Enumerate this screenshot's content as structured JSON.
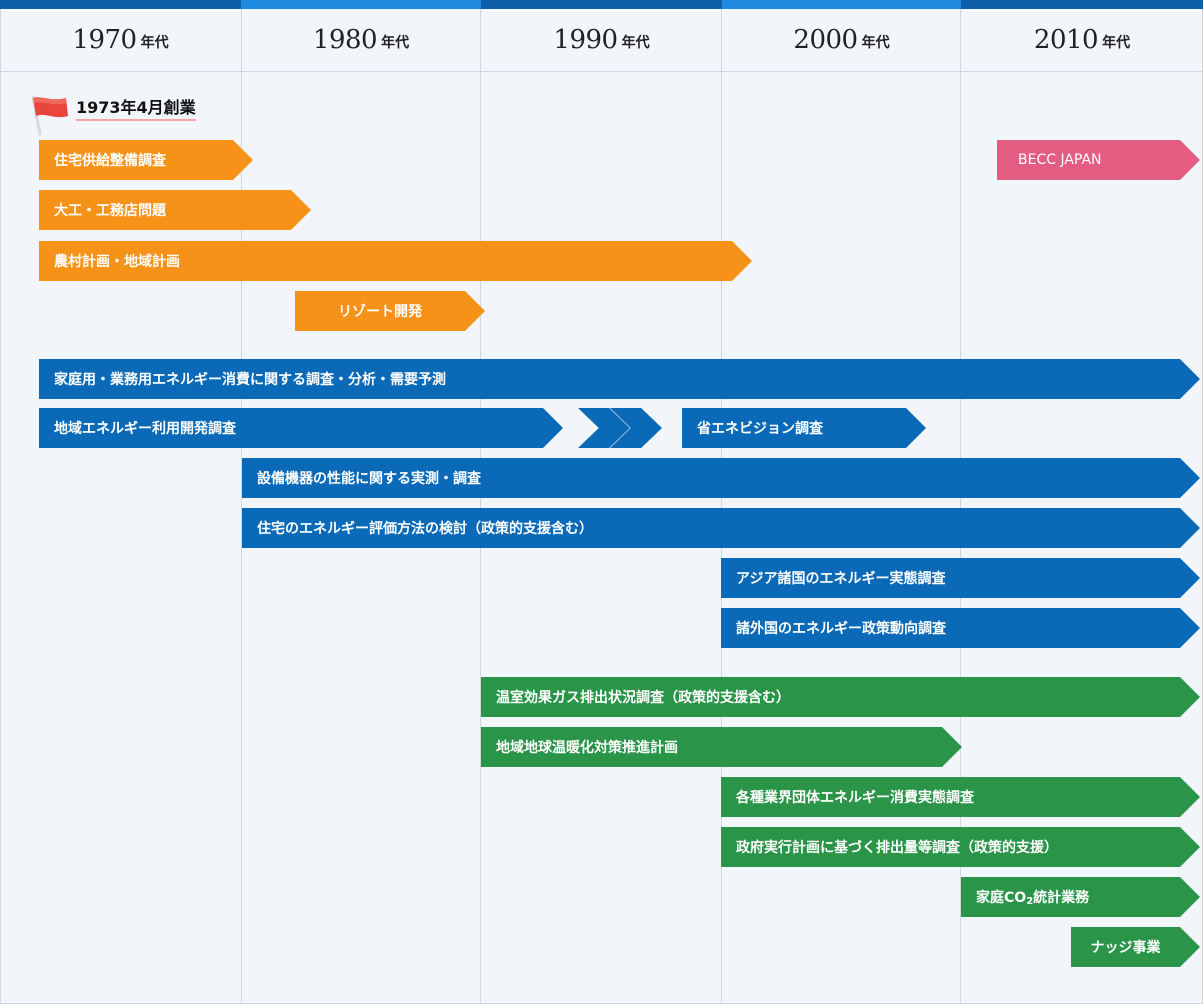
{
  "colors": {
    "orange": "#f79218",
    "blue": "#0a6ab7",
    "green": "#2a9448",
    "pink": "#e35d82",
    "topbar_dark": "#0d5fa8",
    "topbar_light": "#1e8be0"
  },
  "decades": [
    {
      "year": "1970",
      "suffix": "年代"
    },
    {
      "year": "1980",
      "suffix": "年代"
    },
    {
      "year": "1990",
      "suffix": "年代"
    },
    {
      "year": "2000",
      "suffix": "年代"
    },
    {
      "year": "2010",
      "suffix": "年代"
    }
  ],
  "founding": {
    "label": "1973年4月創業",
    "icon": "flag-icon"
  },
  "bars": {
    "housing_supply": "住宅供給整備調査",
    "carpenter": "大工・工務店問題",
    "rural_planning": "農村計画・地域計画",
    "resort": "リゾート開発",
    "becc": "BECC JAPAN",
    "household_energy": "家庭用・業務用エネルギー消費に関する調査・分析・需要予測",
    "regional_energy": "地域エネルギー利用開発調査",
    "energy_vision": "省エネビジョン調査",
    "equipment": "設備機器の性能に関する実測・調査",
    "housing_evaluation": "住宅のエネルギー評価方法の検討（政策的支援含む）",
    "asia": "アジア諸国のエネルギー実態調査",
    "foreign_policy": "諸外国のエネルギー政策動向調査",
    "ghg_emission": "温室効果ガス排出状況調査（政策的支援含む）",
    "global_warming": "地域地球温暖化対策推進計画",
    "industry": "各種業界団体エネルギー消費実態調査",
    "government_plan": "政府実行計画に基づく排出量等調査（政策的支援）",
    "co2_pre": "家庭CO",
    "co2_sub": "2",
    "co2_post": "統計業務",
    "nudge": "ナッジ事業"
  }
}
